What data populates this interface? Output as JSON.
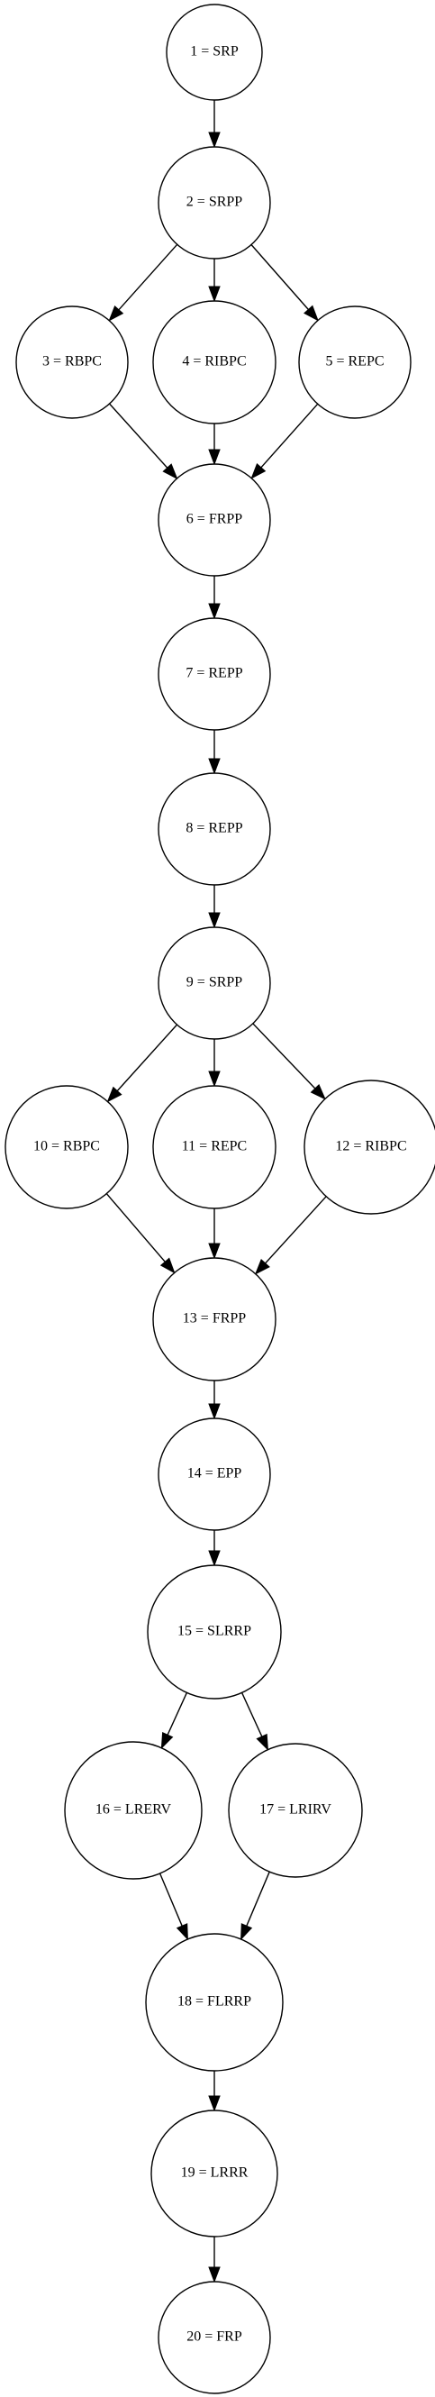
{
  "nodes": [
    {
      "id": 1,
      "label": "1 = SRP"
    },
    {
      "id": 2,
      "label": "2 = SRPP"
    },
    {
      "id": 3,
      "label": "3 = RBPC"
    },
    {
      "id": 4,
      "label": "4 = RIBPC"
    },
    {
      "id": 5,
      "label": "5 = REPC"
    },
    {
      "id": 6,
      "label": "6 = FRPP"
    },
    {
      "id": 7,
      "label": "7 = REPP"
    },
    {
      "id": 8,
      "label": "8 = REPP"
    },
    {
      "id": 9,
      "label": "9 = SRPP"
    },
    {
      "id": 10,
      "label": "10 = RBPC"
    },
    {
      "id": 11,
      "label": "11 = REPC"
    },
    {
      "id": 12,
      "label": "12 = RIBPC"
    },
    {
      "id": 13,
      "label": "13 = FRPP"
    },
    {
      "id": 14,
      "label": "14 = EPP"
    },
    {
      "id": 15,
      "label": "15 = SLRRP"
    },
    {
      "id": 16,
      "label": "16 = LRERV"
    },
    {
      "id": 17,
      "label": "17 = LRIRV"
    },
    {
      "id": 18,
      "label": "18 = FLRRP"
    },
    {
      "id": 19,
      "label": "19 = LRRR"
    },
    {
      "id": 20,
      "label": "20 = FRP"
    }
  ],
  "edges": [
    {
      "from": 1,
      "to": 2
    },
    {
      "from": 2,
      "to": 3
    },
    {
      "from": 2,
      "to": 4
    },
    {
      "from": 2,
      "to": 5
    },
    {
      "from": 3,
      "to": 6
    },
    {
      "from": 4,
      "to": 6
    },
    {
      "from": 5,
      "to": 6
    },
    {
      "from": 6,
      "to": 7
    },
    {
      "from": 7,
      "to": 8
    },
    {
      "from": 8,
      "to": 9
    },
    {
      "from": 9,
      "to": 10
    },
    {
      "from": 9,
      "to": 11
    },
    {
      "from": 9,
      "to": 12
    },
    {
      "from": 10,
      "to": 13
    },
    {
      "from": 11,
      "to": 13
    },
    {
      "from": 12,
      "to": 13
    },
    {
      "from": 13,
      "to": 14
    },
    {
      "from": 14,
      "to": 15
    },
    {
      "from": 15,
      "to": 16
    },
    {
      "from": 15,
      "to": 17
    },
    {
      "from": 16,
      "to": 18
    },
    {
      "from": 17,
      "to": 18
    },
    {
      "from": 18,
      "to": 19
    },
    {
      "from": 19,
      "to": 20
    }
  ]
}
